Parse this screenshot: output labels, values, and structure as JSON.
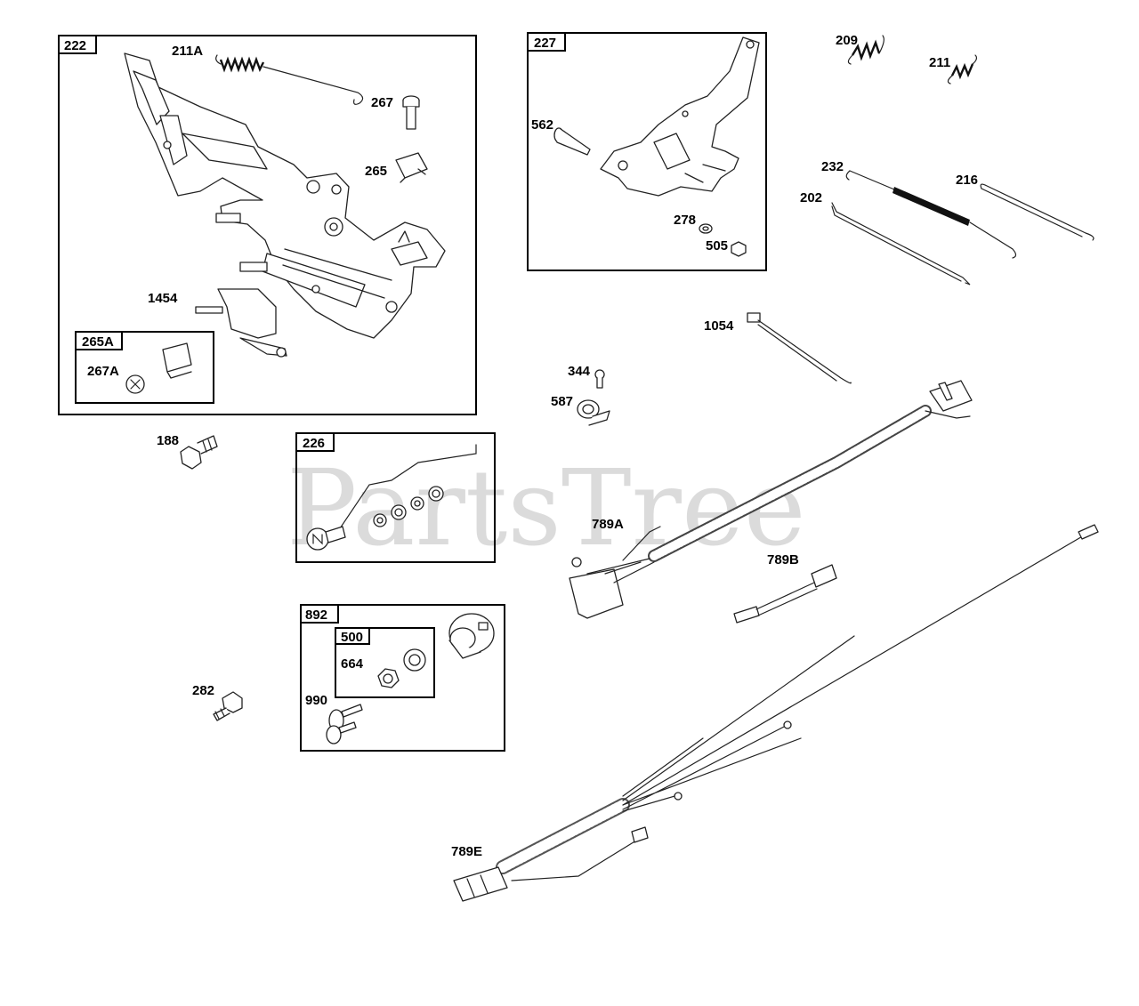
{
  "watermark": "PartsTree",
  "callouts": {
    "c222": "222",
    "c211A": "211A",
    "c267": "267",
    "c265": "265",
    "c1454": "1454",
    "c265A": "265A",
    "c267A": "267A",
    "c227": "227",
    "c562": "562",
    "c278": "278",
    "c505": "505",
    "c209": "209",
    "c211": "211",
    "c232": "232",
    "c216": "216",
    "c202": "202",
    "c1054": "1054",
    "c344": "344",
    "c587": "587",
    "c188": "188",
    "c226": "226",
    "c789A": "789A",
    "c789B": "789B",
    "c892": "892",
    "c500": "500",
    "c664": "664",
    "c990": "990",
    "c282": "282",
    "c789E": "789E"
  }
}
